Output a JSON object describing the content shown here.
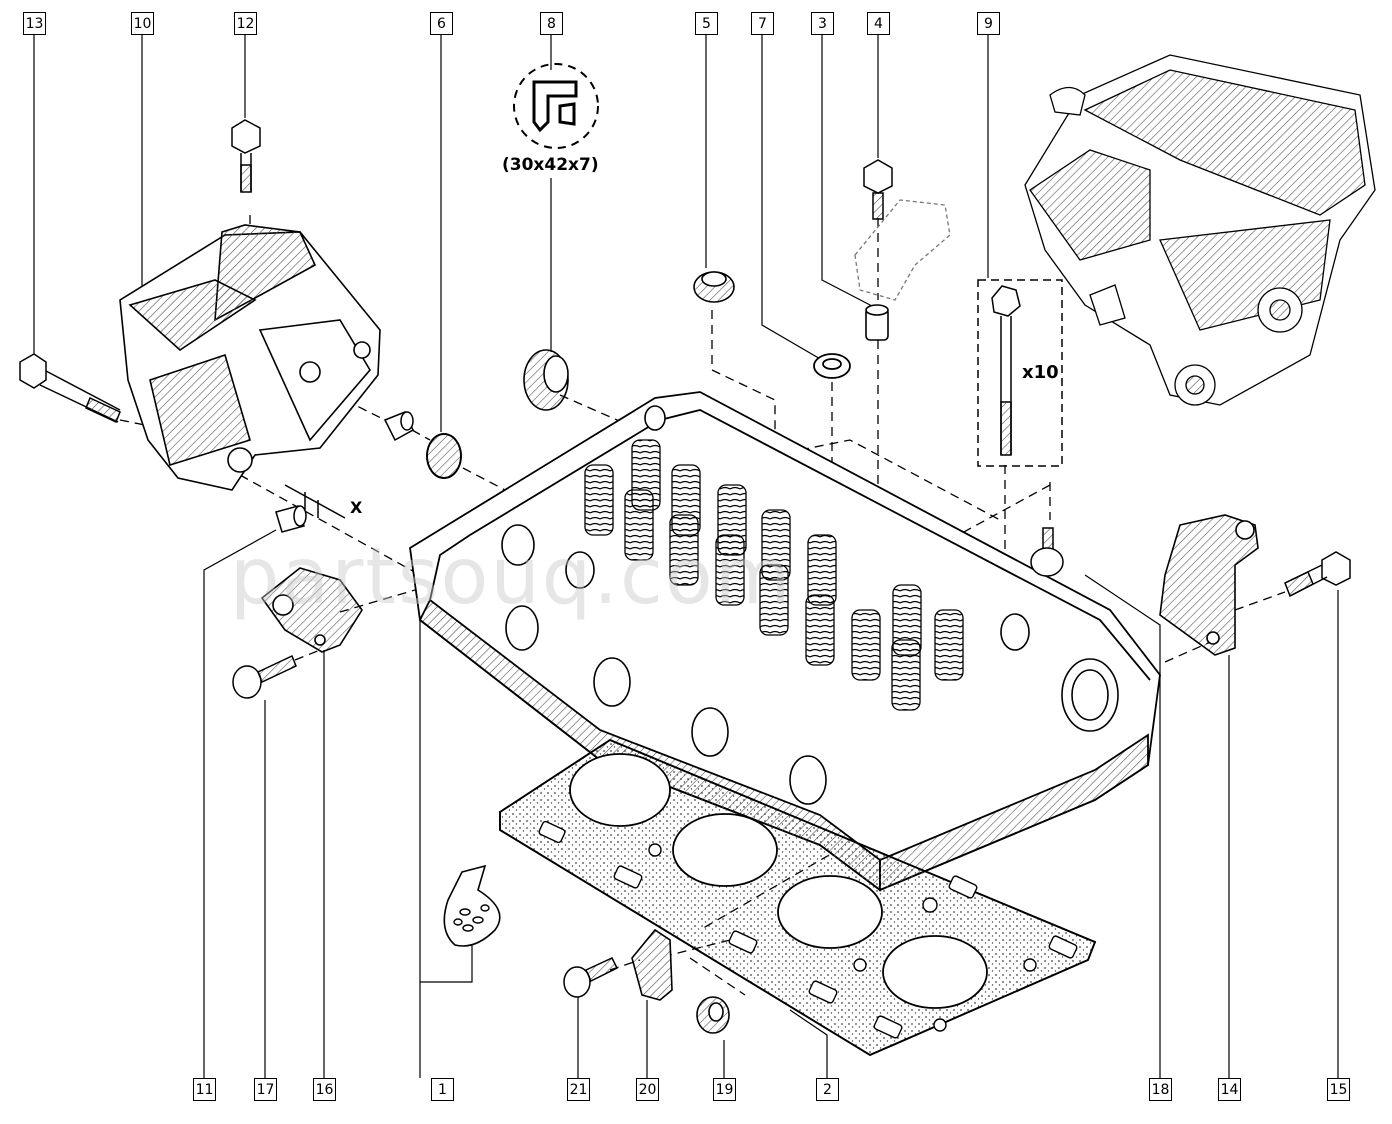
{
  "callouts": {
    "c1": "1",
    "c2": "2",
    "c3": "3",
    "c4": "4",
    "c5": "5",
    "c6": "6",
    "c7": "7",
    "c8": "8",
    "c9": "9",
    "c10": "10",
    "c11": "11",
    "c12": "12",
    "c13": "13",
    "c14": "14",
    "c15": "15",
    "c16": "16",
    "c17": "17",
    "c18": "18",
    "c19": "19",
    "c20": "20",
    "c21": "21"
  },
  "annotations": {
    "seal_size": "(30x42x7)",
    "bolt_quantity": "x10",
    "dimension_mark": "X"
  },
  "watermark": "partsouq.com",
  "colors": {
    "line": "#000000",
    "background": "#ffffff",
    "hatch": "#555555"
  }
}
